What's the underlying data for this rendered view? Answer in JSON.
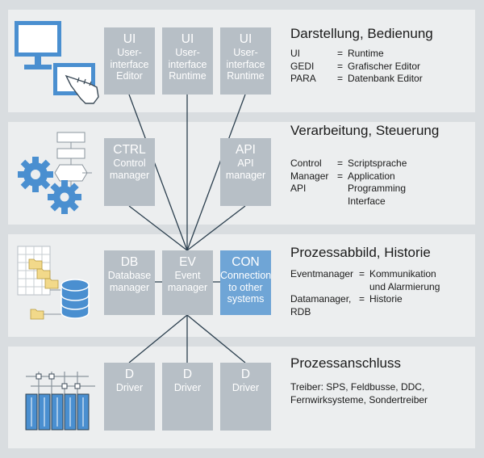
{
  "layers": [
    {
      "title": "Darstellung, Bedienung",
      "boxes": [
        {
          "code": "UI",
          "label": "User-\ninterface\nEditor"
        },
        {
          "code": "UI",
          "label": "User-\ninterface\nRuntime"
        },
        {
          "code": "UI",
          "label": "User-\ninterface\nRuntime"
        }
      ],
      "definitions": [
        {
          "term": "UI",
          "desc": "Runtime"
        },
        {
          "term": "GEDI",
          "desc": "Grafischer Editor"
        },
        {
          "term": "PARA",
          "desc": "Datenbank Editor"
        }
      ]
    },
    {
      "title": "Verarbeitung, Steuerung",
      "boxes": [
        {
          "code": "CTRL",
          "label": "Control\nmanager"
        },
        {
          "code": "API",
          "label": "API\nmanager"
        }
      ],
      "definitions": [
        {
          "term": "Control",
          "desc": "Scriptsprache"
        },
        {
          "term": "Manager",
          "desc": "Application\nProgramming\nInterface"
        },
        {
          "term": "API",
          "desc": ""
        }
      ]
    },
    {
      "title": "Prozessabbild, Historie",
      "boxes": [
        {
          "code": "DB",
          "label": "Database\nmanager"
        },
        {
          "code": "EV",
          "label": "Event\nmanager"
        },
        {
          "code": "CON",
          "label": "Connection\nto other\nsystems"
        }
      ],
      "definitions": [
        {
          "term": "Eventmanager",
          "desc": "Kommunikation\nund Alarmierung"
        },
        {
          "term": "Datamanager,",
          "desc": "Historie"
        },
        {
          "term": "RDB",
          "desc": ""
        }
      ]
    },
    {
      "title": "Prozessanschluss",
      "boxes": [
        {
          "code": "D",
          "label": "Driver"
        },
        {
          "code": "D",
          "label": "Driver"
        },
        {
          "code": "D",
          "label": "Driver"
        }
      ],
      "text": "Treiber: SPS, Feldbusse, DDC,\nFernwirksysteme, Sondertreiber"
    }
  ],
  "icons": [
    "monitor-hand-icon",
    "gears-flowchart-icon",
    "database-folders-icon",
    "driver-rack-icon"
  ],
  "colors": {
    "background": "#d9dde0",
    "layer": "#eceeef",
    "box": "#b7bfc6",
    "box_highlight": "#6fa5d6",
    "line": "#2b3f4e",
    "icon_blue": "#4a8fd0"
  }
}
